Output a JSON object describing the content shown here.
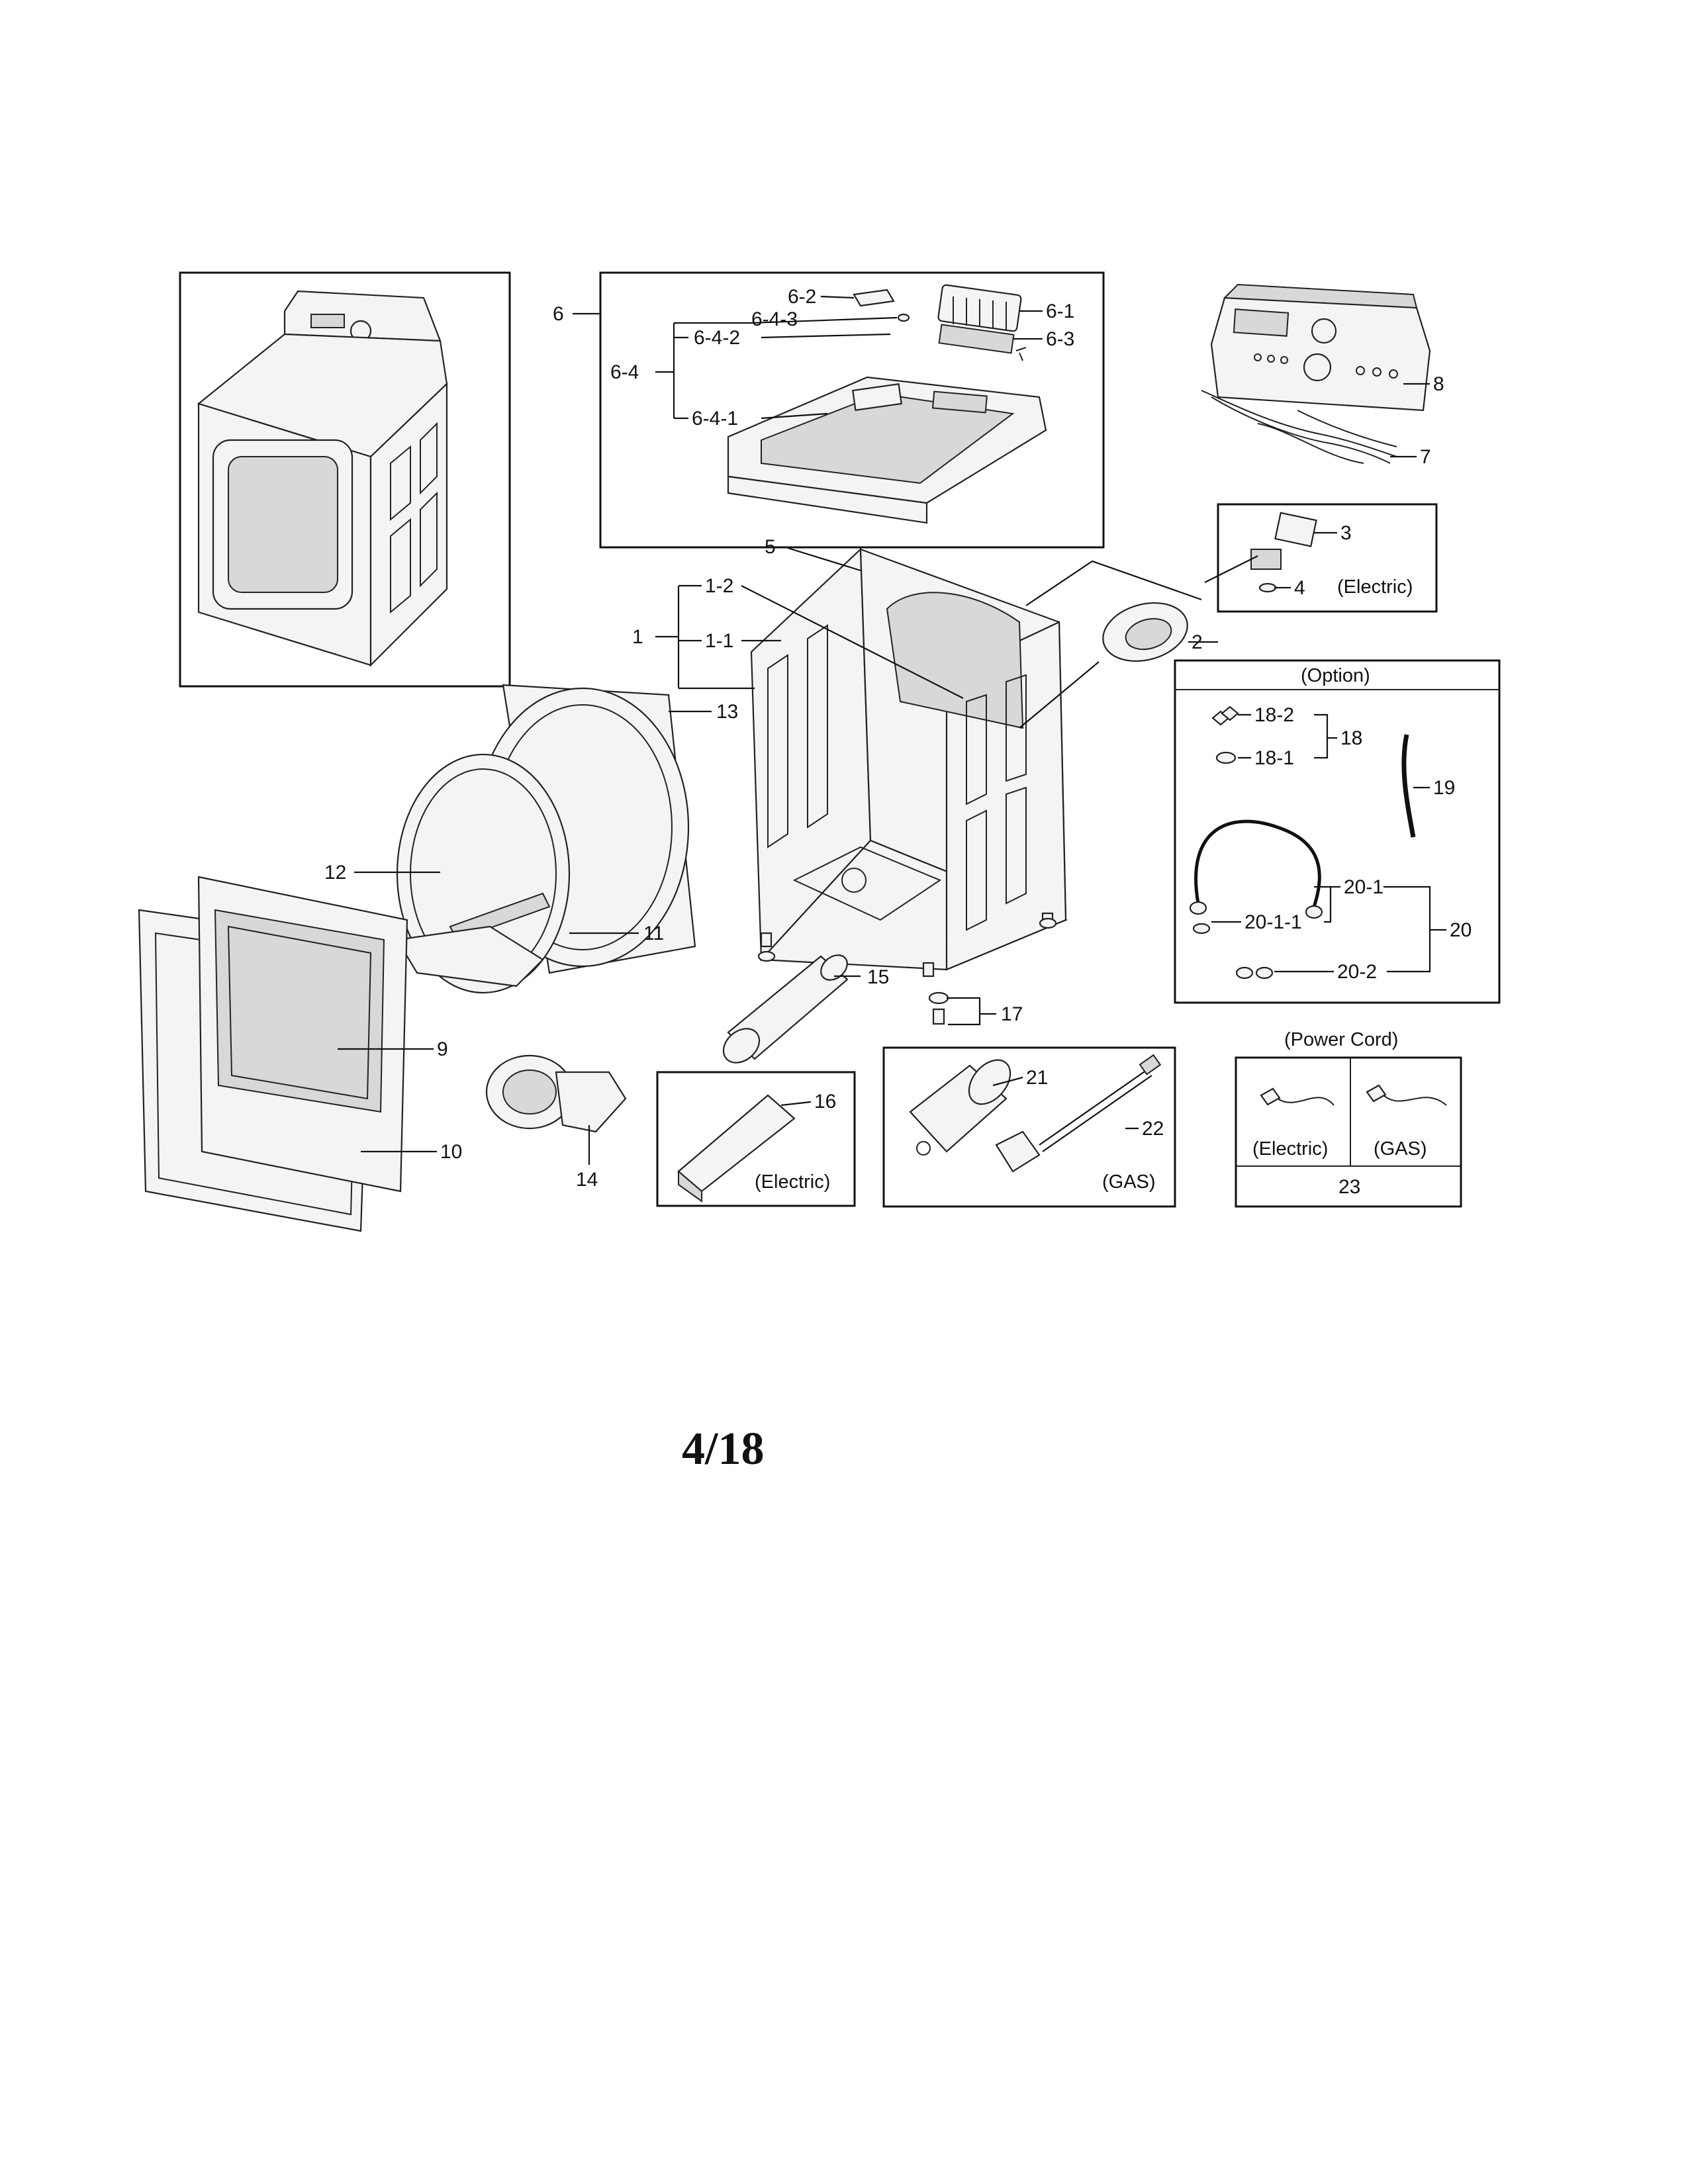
{
  "page_number": "4/18",
  "labels": {
    "l1": "1",
    "l1_1": "1-1",
    "l1_2": "1-2",
    "l2": "2",
    "l3": "3",
    "l4": "4",
    "l5": "5",
    "l6": "6",
    "l6_1": "6-1",
    "l6_2": "6-2",
    "l6_3": "6-3",
    "l6_4": "6-4",
    "l6_4_1": "6-4-1",
    "l6_4_2": "6-4-2",
    "l6_4_3": "6-4-3",
    "l7": "7",
    "l8": "8",
    "l9": "9",
    "l10": "10",
    "l11": "11",
    "l12": "12",
    "l13": "13",
    "l14": "14",
    "l15": "15",
    "l16": "16",
    "l17": "17",
    "l18": "18",
    "l18_1": "18-1",
    "l18_2": "18-2",
    "l19": "19",
    "l20": "20",
    "l20_1": "20-1",
    "l20_1_1": "20-1-1",
    "l20_2": "20-2",
    "l21": "21",
    "l22": "22",
    "l23": "23"
  },
  "notes": {
    "heater_electric": "(Electric)",
    "option": "(Option)",
    "heater16_electric": "(Electric)",
    "gas_kit": "(GAS)",
    "power_cord": "(Power Cord)",
    "cord_electric": "(Electric)",
    "cord_gas": "(GAS)"
  }
}
